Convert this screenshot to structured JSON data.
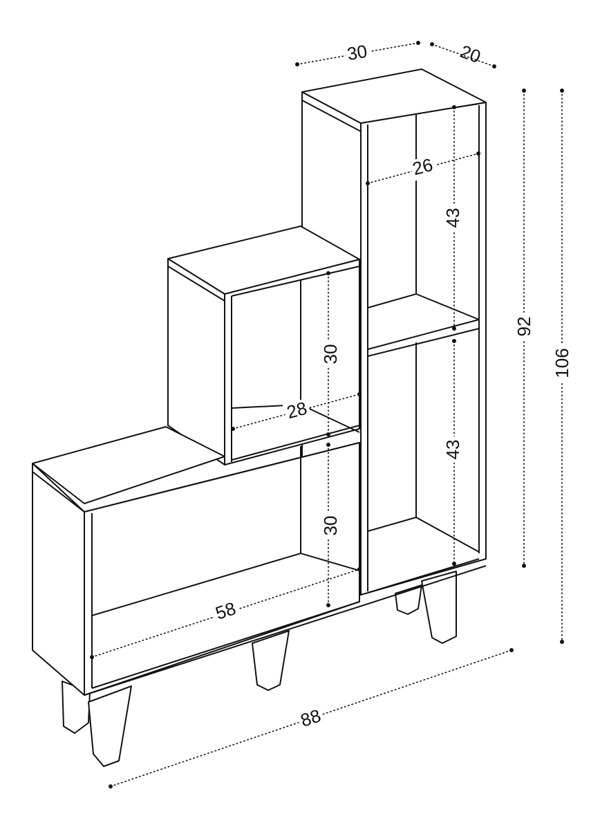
{
  "title": "Stepped bookshelf dimension drawing",
  "unit_note": "",
  "dimensions": {
    "top_width": "30",
    "depth": "20",
    "inner_width_tower": "26",
    "tower_upper_height": "43",
    "total_height_no_legs": "92",
    "total_height": "106",
    "middle_height": "30",
    "middle_width": "28",
    "tower_lower_height": "43",
    "lower_height": "30",
    "lower_width": "58",
    "total_width": "88"
  }
}
